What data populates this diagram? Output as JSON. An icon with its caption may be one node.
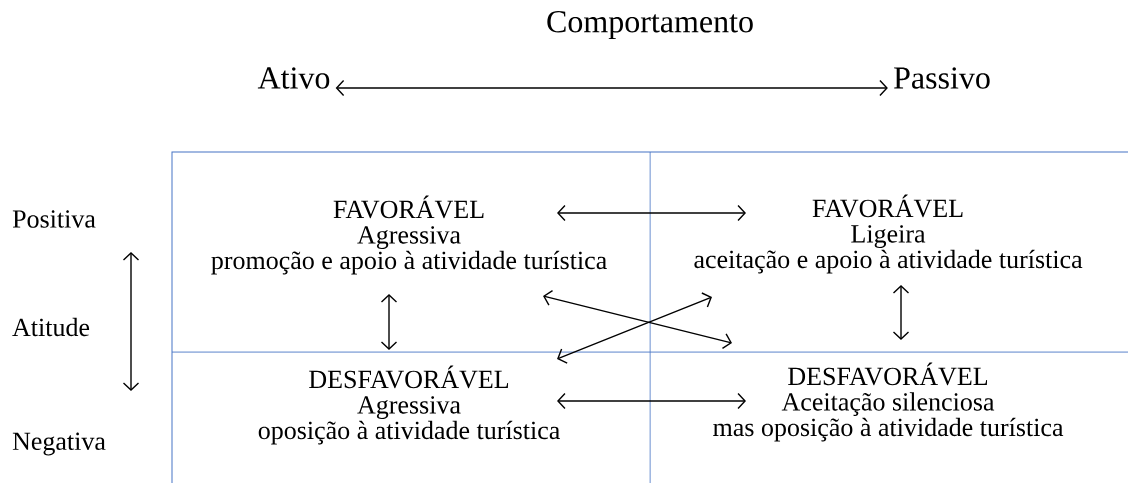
{
  "diagram": {
    "nodes": [
      {
        "text": [
          "Ativo"
        ]
      },
      {
        "text": [
          "Passivo"
        ]
      },
      {
        "text": [
          "Positiva"
        ]
      },
      {
        "text": [
          "FAVORÁVEL",
          "Agressiva",
          "promoção e apoio à atividade turística"
        ]
      },
      {
        "text": [
          "FAVORÁVEL",
          "Ligeira",
          "aceitação e apoio à atividade turística"
        ]
      },
      {
        "text": [
          "DESFAVORÁVEL",
          "Agressiva",
          "oposição à atividade turística"
        ]
      },
      {
        "text": [
          "DESFAVORÁVEL",
          "Aceitação silenciosa",
          "mas oposição à atividade turística"
        ]
      },
      {
        "text": [
          "Negativa"
        ]
      }
    ],
    "edges": [
      {
        "from": 0,
        "to": 1,
        "arrow": "both"
      },
      {
        "from": 2,
        "to": 7,
        "arrow": "both"
      },
      {
        "from": 3,
        "to": 4,
        "arrow": "both"
      },
      {
        "from": 3,
        "to": 5,
        "arrow": "both"
      },
      {
        "from": 4,
        "to": 6,
        "arrow": "both"
      },
      {
        "from": 3,
        "to": 6,
        "arrow": "both"
      },
      {
        "from": 4,
        "to": 5,
        "arrow": "both"
      },
      {
        "from": 5,
        "to": 6,
        "arrow": "both"
      }
    ],
    "labels": [
      "Comportamento",
      "Atitude"
    ]
  }
}
